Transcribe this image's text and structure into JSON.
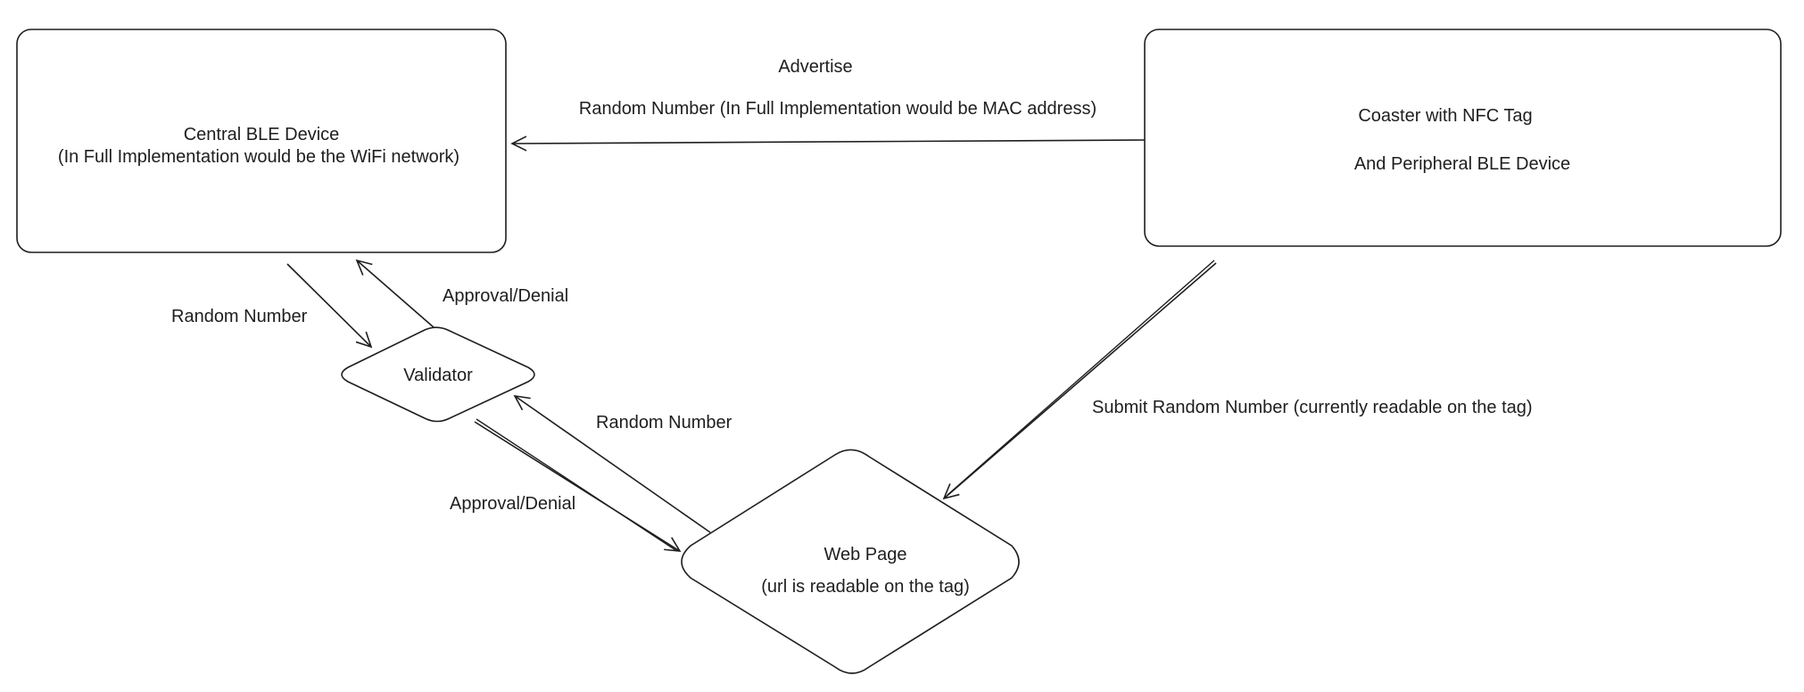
{
  "nodes": {
    "central": {
      "line1": "Central BLE Device",
      "line2": "(In Full Implementation would be the WiFi network)"
    },
    "coaster": {
      "line1": "Coaster with NFC Tag",
      "line2": "And Peripheral BLE Device"
    },
    "validator": {
      "label": "Validator"
    },
    "webpage": {
      "line1": "Web Page",
      "line2": "(url is readable on the tag)"
    }
  },
  "edges": {
    "advertise": {
      "title": "Advertise",
      "detail": "Random Number (In Full Implementation would be MAC address)"
    },
    "central_to_validator": "Random Number",
    "validator_to_central": "Approval/Denial",
    "webpage_to_validator": "Random Number",
    "validator_to_webpage": "Approval/Denial",
    "coaster_to_webpage": "Submit Random Number (currently readable on the tag)"
  },
  "colors": {
    "stroke": "#1e1e1e",
    "fill": "#ffffff",
    "text": "#1e1e1e"
  }
}
